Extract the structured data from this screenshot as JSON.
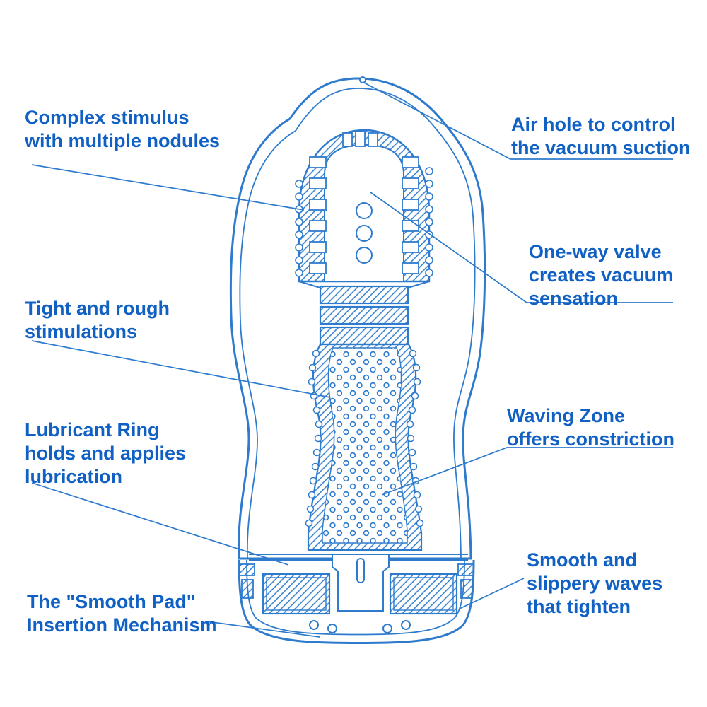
{
  "title": "Product cross-section diagram",
  "colors": {
    "line": "#2e7bcd",
    "text": "#1161c4",
    "background": "#ffffff"
  },
  "labels": {
    "complex_stimulus": "Complex stimulus\nwith multiple nodules",
    "air_hole": "Air hole to control\nthe vacuum suction",
    "one_way_valve": "One-way valve\ncreates vacuum\nsensation",
    "tight_rough": "Tight and rough\nstimulations",
    "waving_zone": "Waving Zone\noffers constriction",
    "lubricant_ring": "Lubricant Ring\nholds and applies\nlubrication",
    "smooth_waves": "Smooth and\nslippery waves\nthat tighten",
    "smooth_pad": "The \"Smooth Pad\"\nInsertion Mechanism"
  }
}
